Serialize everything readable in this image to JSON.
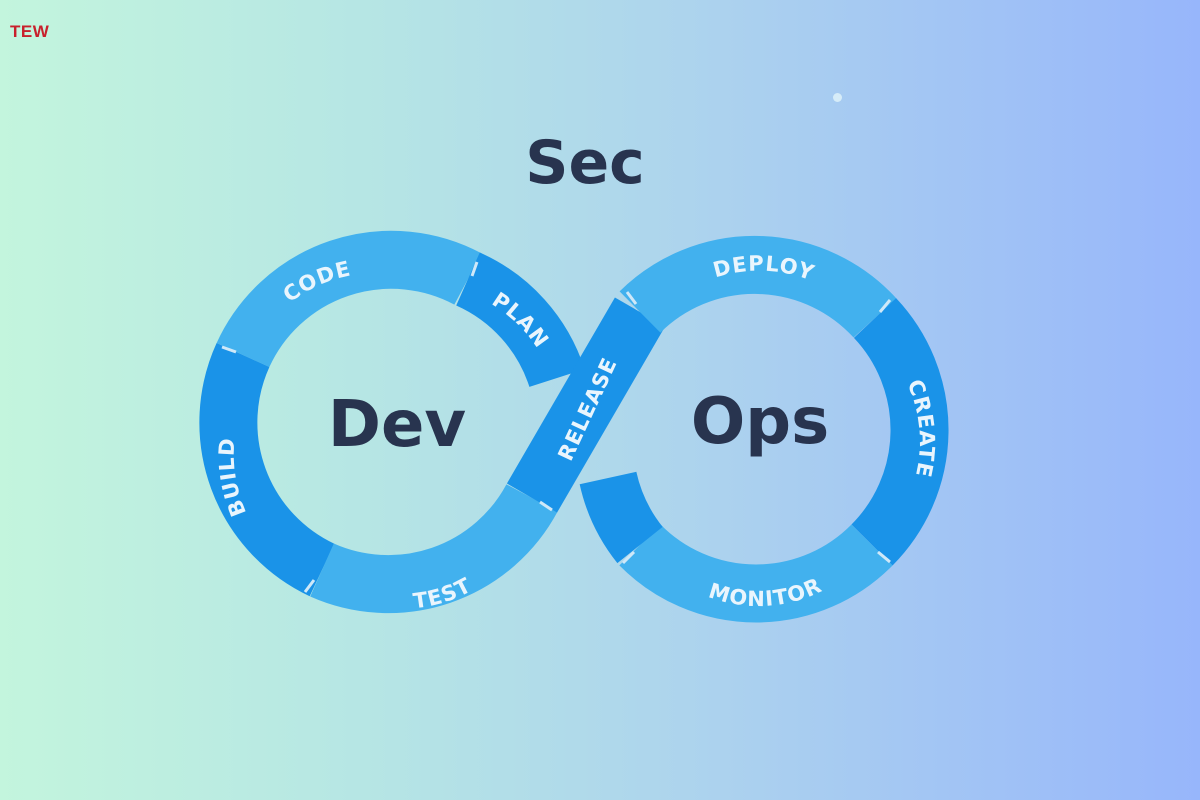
{
  "brand": {
    "logo_text": "TEW"
  },
  "diagram": {
    "top_label": "Sec",
    "left_label": "Dev",
    "right_label": "Ops",
    "stages": {
      "plan": "PLAN",
      "code": "CODE",
      "build": "BUILD",
      "test": "TEST",
      "release": "RELEASE",
      "deploy": "DEPLOY",
      "create": "CREATE",
      "monitor": "MONITOR"
    },
    "colors": {
      "light_segment": "#42b1ee",
      "dark_segment": "#1a93e8",
      "label_text": "#28344f",
      "stage_text": "#e9f5fd"
    }
  }
}
